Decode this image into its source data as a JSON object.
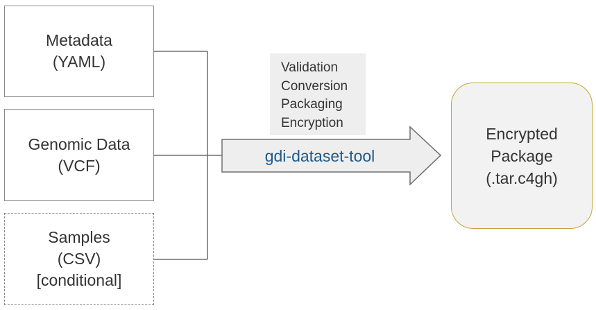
{
  "inputs": {
    "metadata": {
      "line1": "Metadata",
      "line2": "(YAML)"
    },
    "genomic": {
      "line1": "Genomic Data",
      "line2": "(VCF)"
    },
    "samples": {
      "line1": "Samples",
      "line2": "(CSV)",
      "line3": "[conditional]"
    }
  },
  "tool": {
    "name": "gdi-dataset-tool",
    "steps": [
      "Validation",
      "Conversion",
      "Packaging",
      "Encryption"
    ]
  },
  "output": {
    "line1": "Encrypted",
    "line2": "Package",
    "line3": "(.tar.c4gh)"
  },
  "colors": {
    "box_border": "#8a8a8a",
    "tool_text": "#1f5a8a",
    "arrow_fill": "#eeeeee",
    "output_border": "#c9a23a",
    "output_fill": "#f2f2f2"
  }
}
